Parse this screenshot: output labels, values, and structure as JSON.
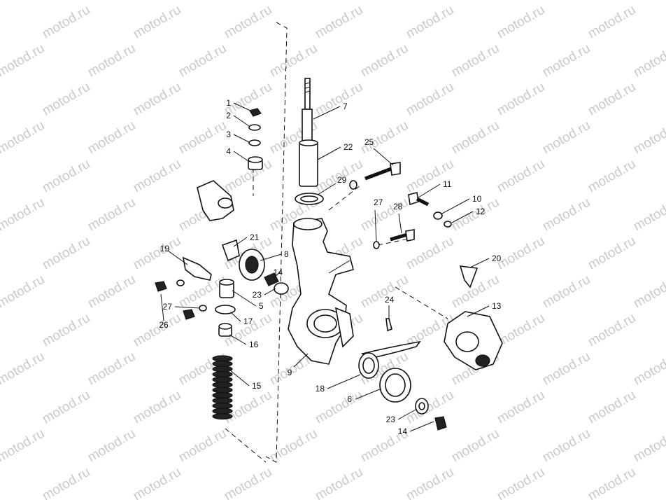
{
  "watermark": {
    "text": "motod.ru"
  },
  "callouts": [
    "1",
    "2",
    "3",
    "4",
    "5",
    "6",
    "7",
    "8",
    "9",
    "10",
    "11",
    "12",
    "13",
    "14",
    "14",
    "15",
    "16",
    "17",
    "18",
    "19",
    "20",
    "21",
    "22",
    "23",
    "23",
    "24",
    "25",
    "26",
    "27",
    "27",
    "28",
    "29"
  ],
  "colors": {
    "ink": "#111111",
    "watermark": "#c9c9c9",
    "background": "#ffffff"
  }
}
